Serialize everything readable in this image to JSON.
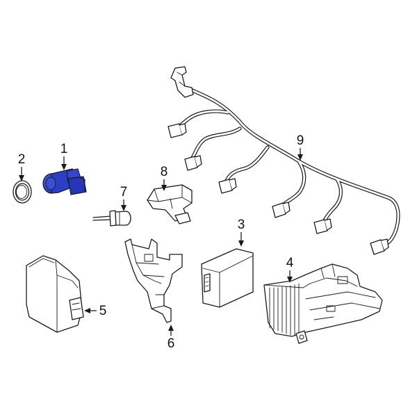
{
  "diagram": {
    "highlight_color": "#2b3fc4",
    "line_color": "#1a1a1a",
    "background": "#ffffff"
  },
  "callouts": {
    "c1": "1",
    "c2": "2",
    "c3": "3",
    "c4": "4",
    "c5": "5",
    "c6": "6",
    "c7": "7",
    "c8": "8",
    "c9": "9"
  }
}
